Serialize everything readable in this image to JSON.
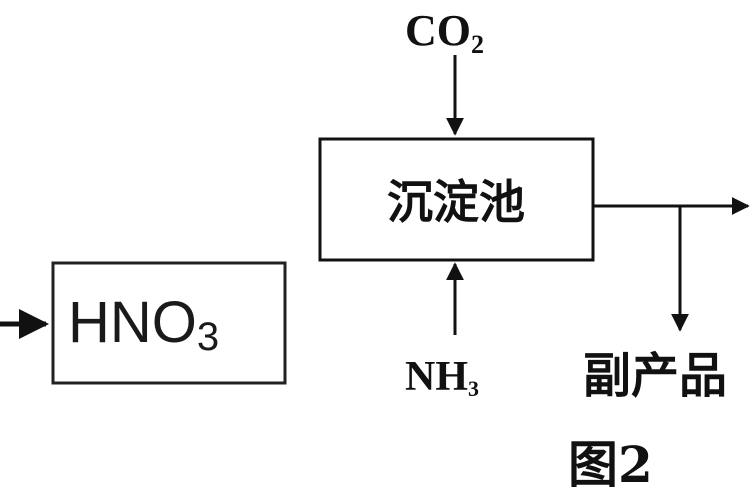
{
  "diagram": {
    "inputs": {
      "top": "CO",
      "top_sub": "2",
      "bottom": "NH",
      "bottom_sub": "3"
    },
    "tank": {
      "label": "沉淀池"
    },
    "byproduct": {
      "label": "副产品"
    },
    "acid": {
      "label": "HNO",
      "sub": "3"
    },
    "figure_label": "图2",
    "colors": {
      "line": "#111111",
      "background": "#ffffff"
    }
  }
}
